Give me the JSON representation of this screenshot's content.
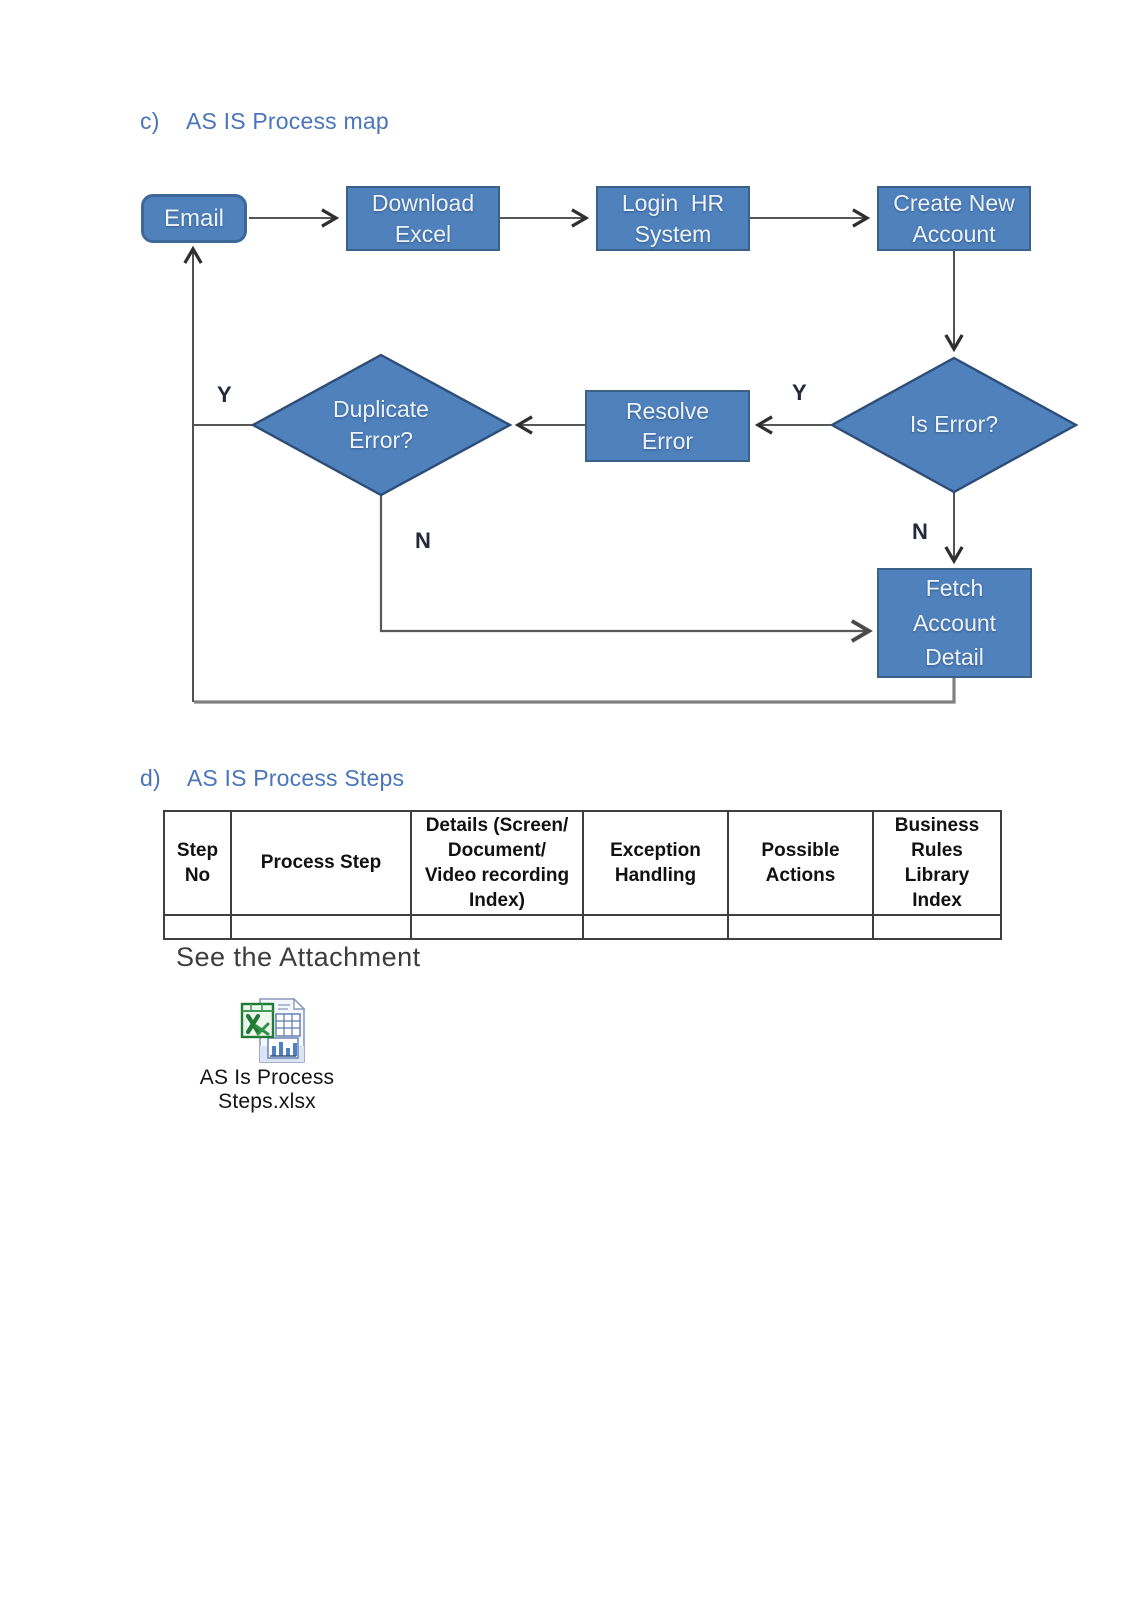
{
  "section_c": {
    "prefix": "c)",
    "title": "AS IS Process map"
  },
  "flowchart": {
    "nodes": {
      "email": {
        "label": "Email"
      },
      "download_excel": {
        "label": "Download\nExcel"
      },
      "login_hr_system": {
        "label": "Login  HR\nSystem"
      },
      "create_new_account": {
        "label": "Create New\nAccount"
      },
      "is_error": {
        "label": "Is Error?"
      },
      "resolve_error": {
        "label": "Resolve\nError"
      },
      "duplicate_error": {
        "label": "Duplicate\nError?"
      },
      "fetch_account_detail": {
        "label": "Fetch\nAccount\nDetail"
      }
    },
    "branch_labels": {
      "duplicate_error_yes": "Y",
      "duplicate_error_no": "N",
      "is_error_yes": "Y",
      "is_error_no": "N"
    },
    "colors": {
      "node_fill": "#4f81bd",
      "node_border": "#3a6186",
      "node_text": "#edf3fa",
      "connector": "#404040",
      "branch_connector": "#595959",
      "return_line": "#808080",
      "heading_blue": "#4a75ba"
    }
  },
  "section_d": {
    "prefix": "d)",
    "title": "AS IS Process Steps"
  },
  "table": {
    "headers": [
      "Step\nNo",
      "Process Step",
      "Details (Screen/\nDocument/\nVideo recording\nIndex)",
      "Exception\nHandling",
      "Possible\nActions",
      "Business\nRules Library\nIndex"
    ],
    "rows": [
      [
        "",
        "",
        "",
        "",
        "",
        ""
      ]
    ]
  },
  "attachment": {
    "note": "See the Attachment",
    "icon": "excel-file-icon",
    "filename": "AS Is Process\nSteps.xlsx"
  }
}
